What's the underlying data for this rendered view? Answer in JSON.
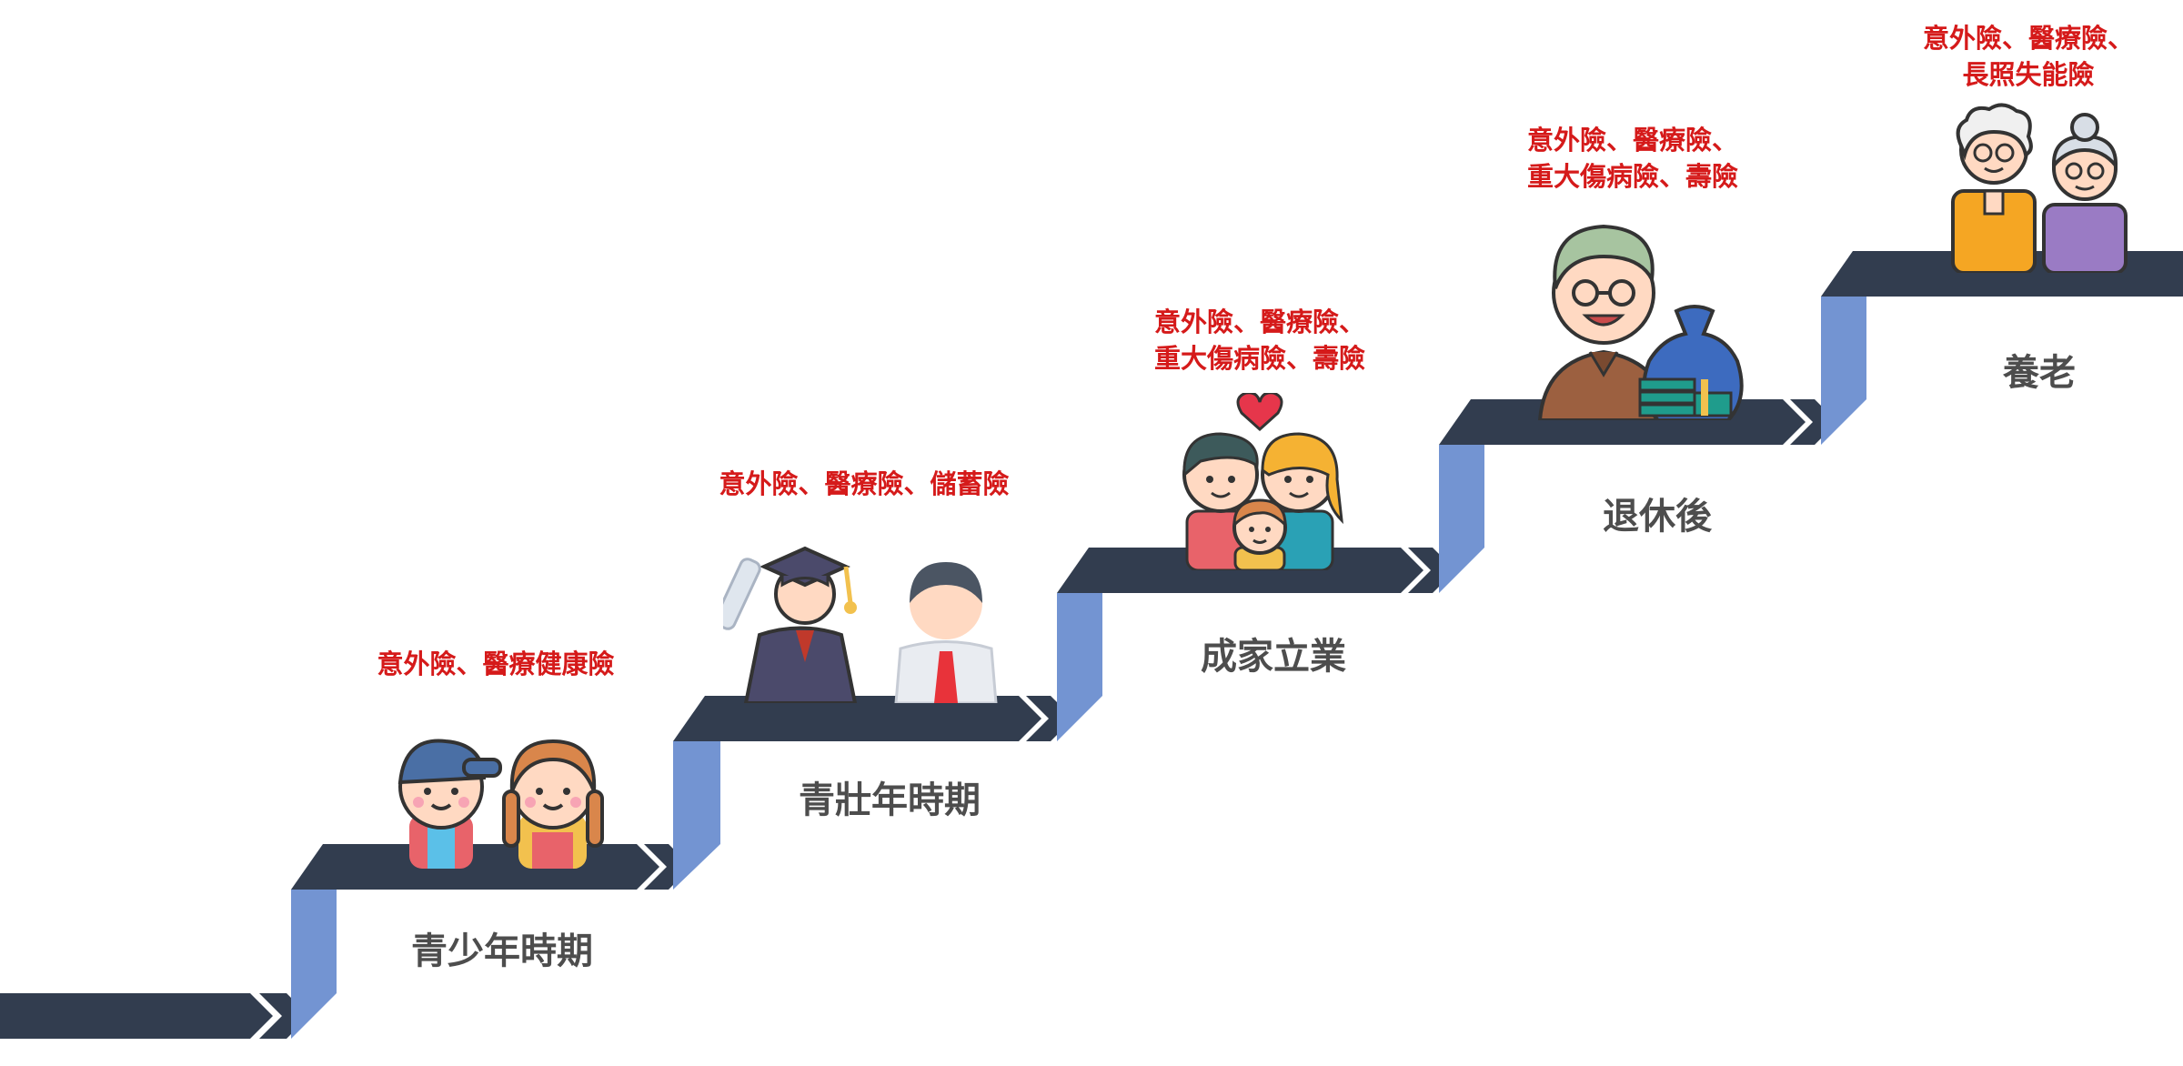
{
  "colors": {
    "step_dark": "#323d4f",
    "step_riser": "#7394d2",
    "insurance_text": "#d51a1a",
    "stage_text": "#4d4d4d"
  },
  "stages": [
    {
      "id": "teen",
      "name": "青少年時期",
      "insurance": [
        "意外險、醫療健康險"
      ],
      "icon": "kids-icon"
    },
    {
      "id": "young-adult",
      "name": "青壯年時期",
      "insurance": [
        "意外險、醫療險、儲蓄險"
      ],
      "icon": "graduate-and-worker-icon"
    },
    {
      "id": "family",
      "name": "成家立業",
      "insurance": [
        "意外險、醫療險、",
        "重大傷病險、壽險"
      ],
      "icon": "family-heart-icon"
    },
    {
      "id": "retired",
      "name": "退休後",
      "insurance": [
        "意外險、醫療險、",
        "重大傷病險、壽險"
      ],
      "icon": "retiree-money-bag-icon"
    },
    {
      "id": "elderly",
      "name": "養老",
      "insurance": [
        "意外險、醫療險、",
        "長照失能險"
      ],
      "icon": "elderly-couple-icon"
    }
  ]
}
